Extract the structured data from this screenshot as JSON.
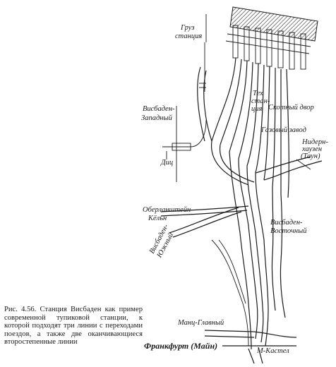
{
  "figure": {
    "caption": "Рис. 4.56. Станция Висбаден как пример современной тупиковой станции, к которой подходят три линии с переходами поездов, а также две оканчивающиеся второстепенные линии"
  },
  "labels": {
    "freight_station": [
      "Груз",
      "станция"
    ],
    "tech_station": [
      "Тех",
      "стан-",
      "ция"
    ],
    "cattle_yard": "Скотный двор",
    "gas_plant": "Газовый завод",
    "niedernhausen": [
      "Нидерн-",
      "хаузен",
      "(Таун)"
    ],
    "wiesbaden_west": [
      "Висбаден-",
      "Западный"
    ],
    "dietz": "Диц",
    "oberlahnstein": [
      "Оберланштейн-",
      "Кёльн"
    ],
    "wiesbaden_east": [
      "Висбаден-",
      "Восточный"
    ],
    "wiesbaden_south": [
      "Висбаден-",
      "Южный"
    ],
    "mainz_main": "Манц-Главный",
    "frankfurt": "Франкфурт (Майн)",
    "mainz_kastel": "М-Кастел"
  }
}
